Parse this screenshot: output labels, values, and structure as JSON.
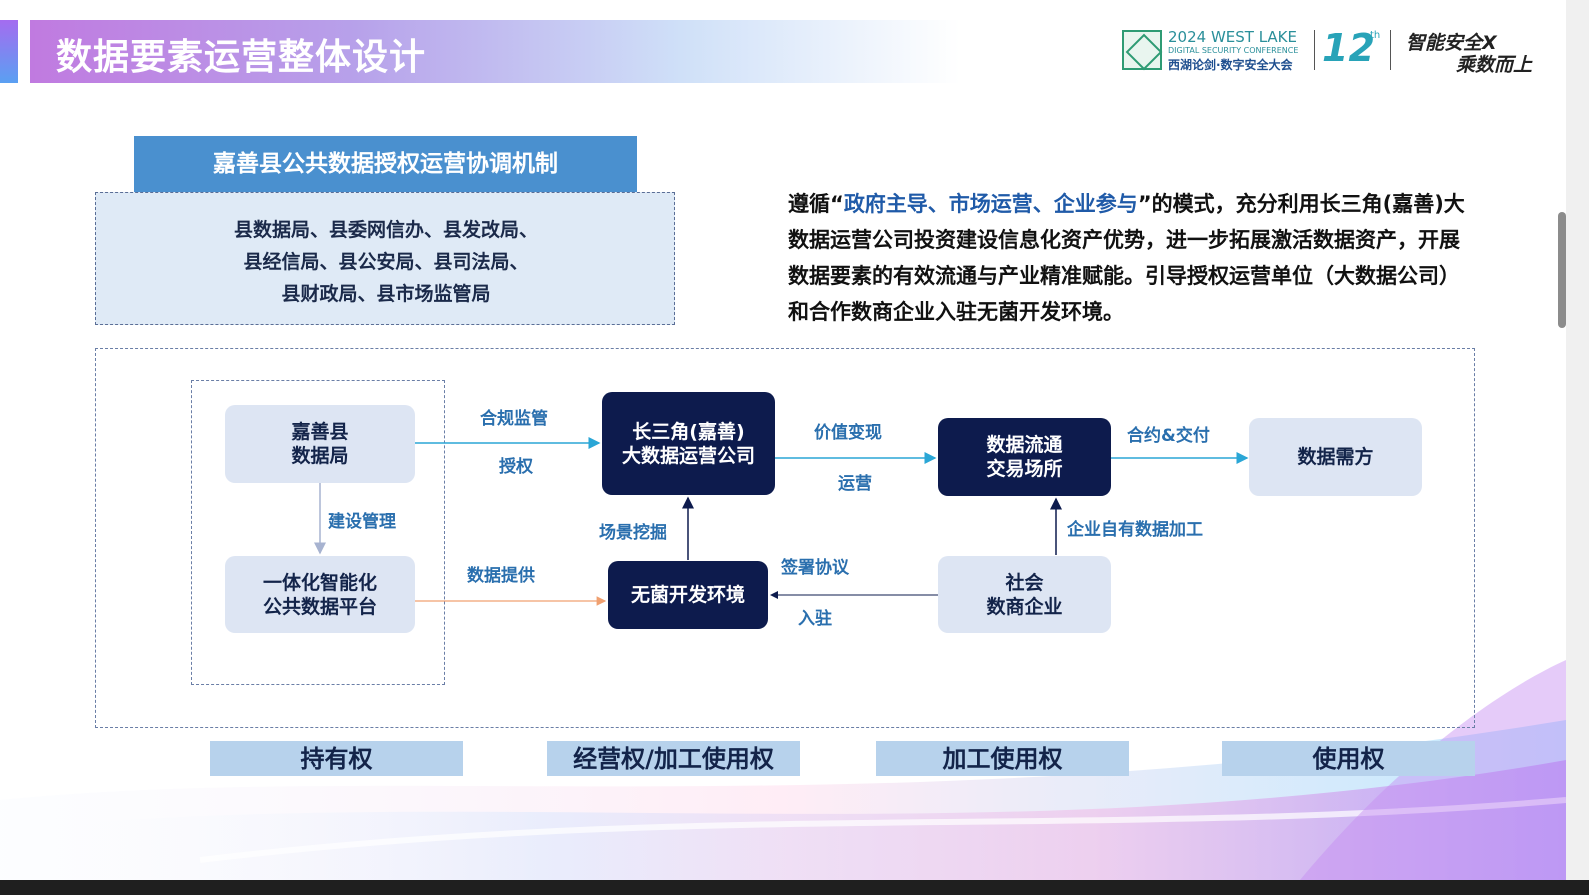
{
  "title": "数据要素运营整体设计",
  "logo": {
    "line1": "2024 WEST LAKE",
    "line2": "DIGITAL SECURITY CONFERENCE",
    "line3": "西湖论剑·数字安全大会",
    "edition": "12",
    "edition_suffix": "th",
    "slogan_line1": "智能安全X",
    "slogan_line2": "乘数而上"
  },
  "mechanism": {
    "header": "嘉善县公共数据授权运营协调机制",
    "lines": [
      "县数据局、县委网信办、县发改局、",
      "县经信局、县公安局、县司法局、",
      "县财政局、县市场监管局"
    ]
  },
  "description": {
    "part1": "遵循“",
    "highlight": "政府主导、市场运营、企业参与",
    "part2": "”的模式，充分利用长三角(嘉善)大数据运营公司投资建设信息化资产优势，进一步拓展激活数据资产，开展数据要素的有效流通与产业精准赋能。引导授权运营单位（大数据公司）和合作数商企业入驻无菌开发环境。"
  },
  "nodes": {
    "county_bureau": "嘉善县\n数据局",
    "platform": "一体化智能化\n公共数据平台",
    "operator": "长三角(嘉善)\n大数据运营公司",
    "sandbox": "无菌开发环境",
    "exchange": "数据流通\n交易场所",
    "merchants": "社会\n数商企业",
    "demand": "数据需方"
  },
  "edges": {
    "compliance": "合规监管",
    "authorize": "授权",
    "build_manage": "建设管理",
    "data_supply": "数据提供",
    "scenario_mining": "场景挖掘",
    "value_realize": "价值变现",
    "operate": "运营",
    "contract_delivery": "合约&交付",
    "self_processing": "企业自有数据加工",
    "sign_agreement": "签署协议",
    "settle_in": "入驻"
  },
  "rights": [
    "持有权",
    "经营权/加工使用权",
    "加工使用权",
    "使用权"
  ],
  "colors": {
    "dark_node": "#0d1b4d",
    "light_node": "#dde5f3",
    "edge_blue": "#2aa6d6",
    "edge_orange": "#f0a070",
    "label_blue": "#2a6fae",
    "header_blue": "#4a90cf"
  }
}
